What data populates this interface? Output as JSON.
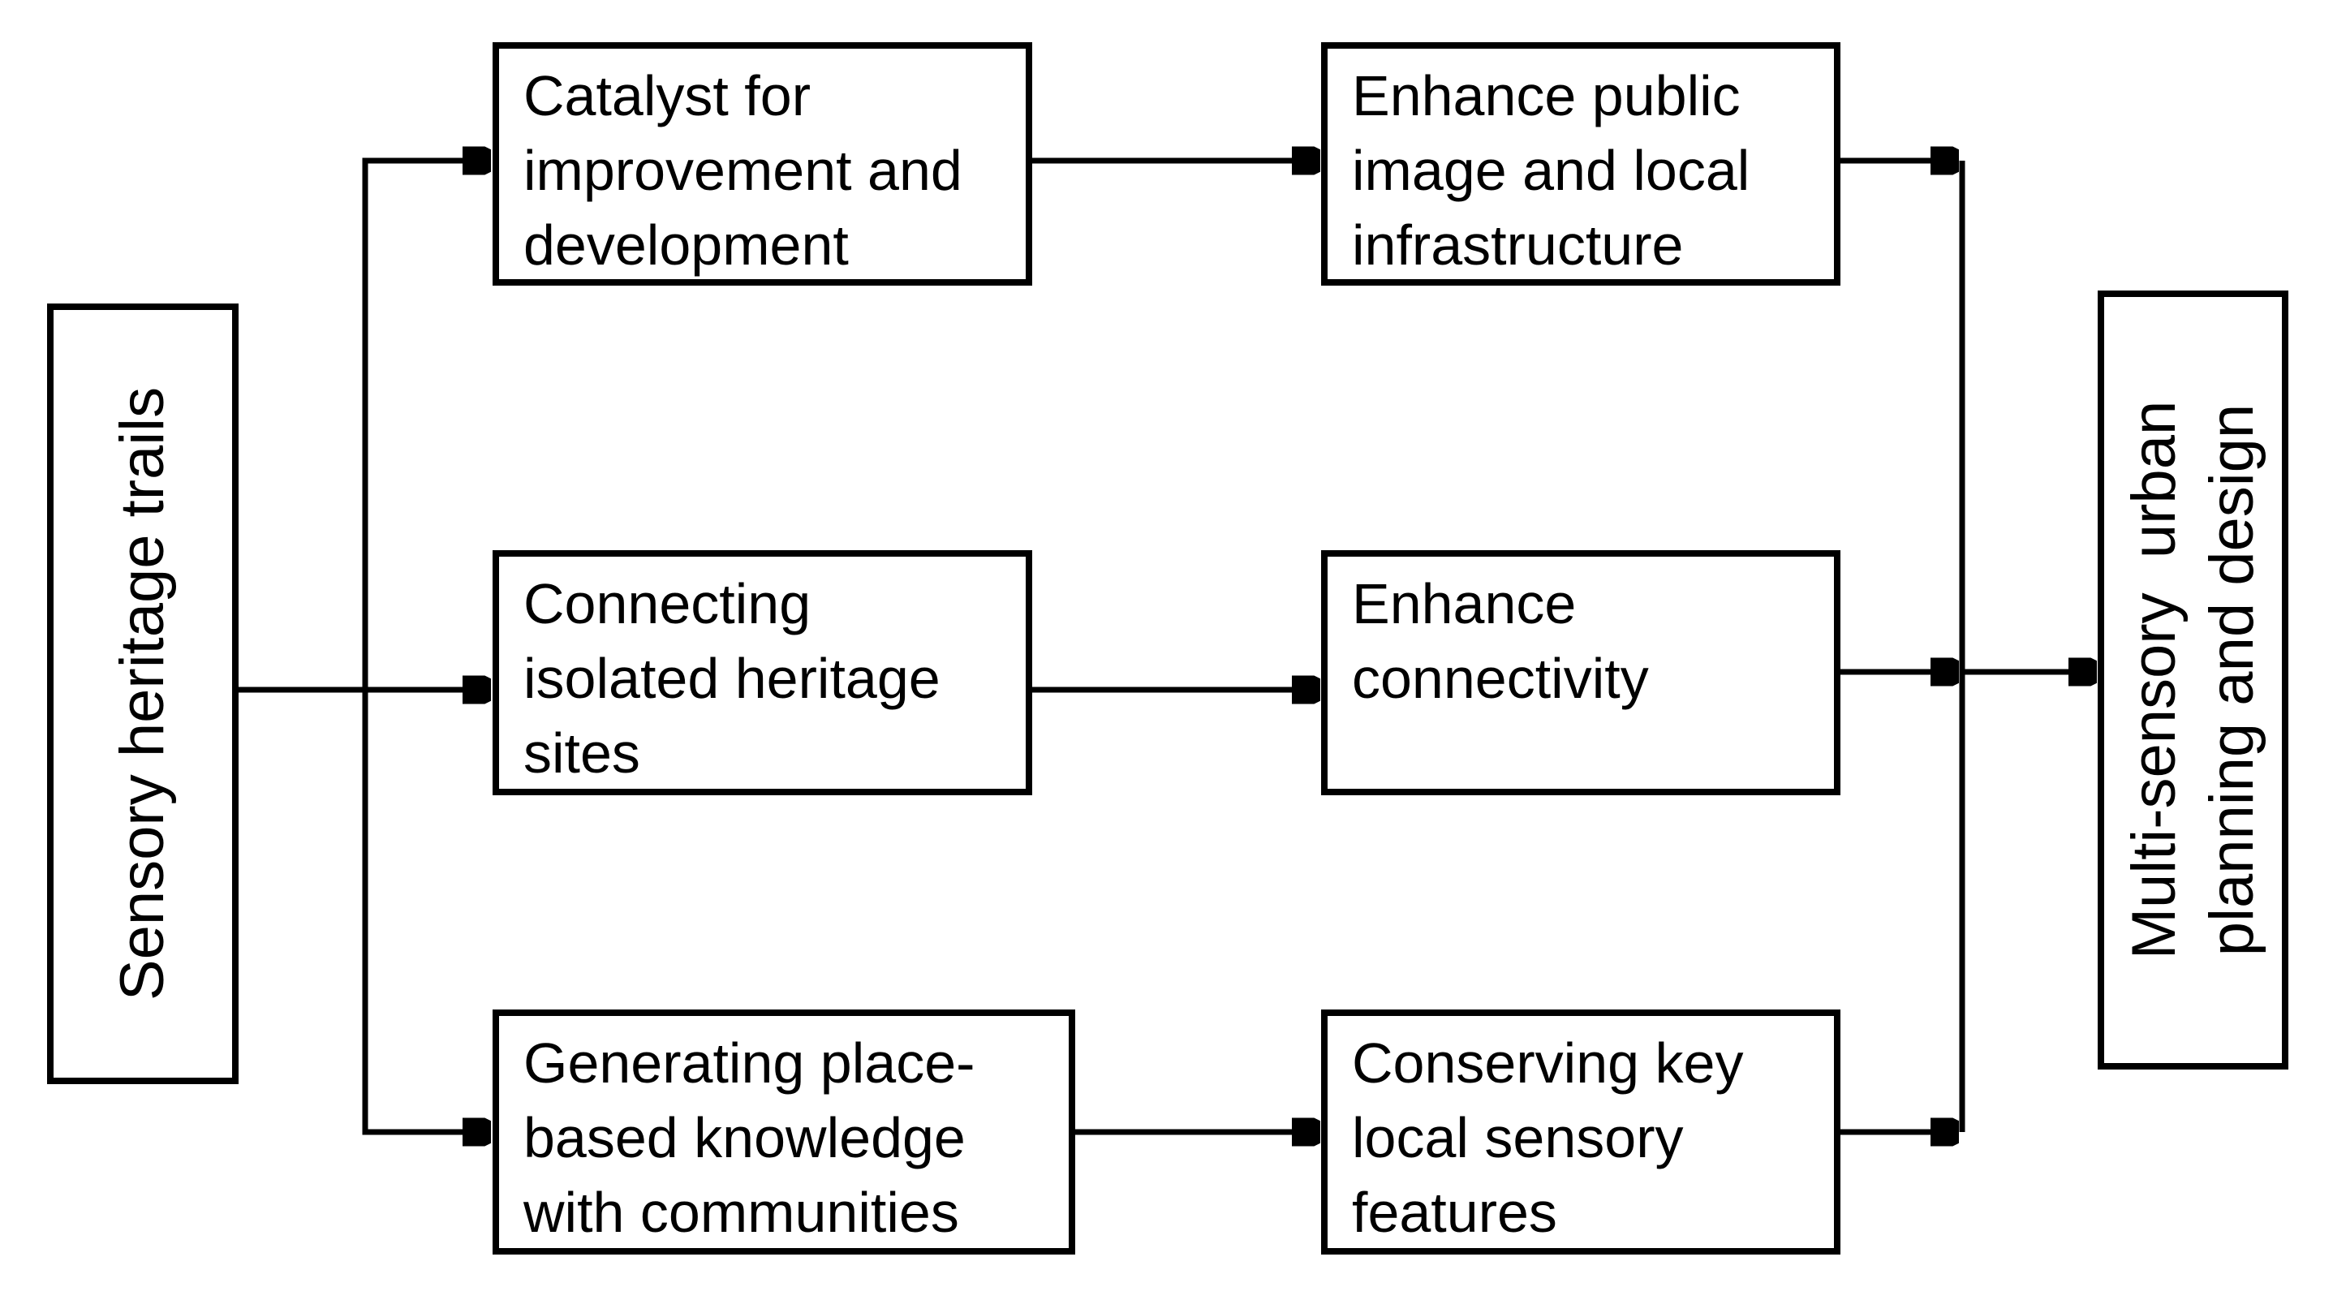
{
  "diagram": {
    "background_color": "#ffffff",
    "line_color": "#000000",
    "box_border_color": "#000000",
    "text_color": "#000000",
    "source": {
      "label": "Sensory heritage trails"
    },
    "mechanisms": [
      {
        "label": "Catalyst for\nimprovement and\ndevelopment"
      },
      {
        "label": "Connecting\nisolated heritage\nsites"
      },
      {
        "label": "Generating place-\nbased knowledge\nwith communities"
      }
    ],
    "outcomes": [
      {
        "label": "Enhance public\nimage and local\ninfrastructure"
      },
      {
        "label": "Enhance\nconnectivity"
      },
      {
        "label": "Conserving key\nlocal sensory\nfeatures"
      }
    ],
    "goal": {
      "label": "Multi-sensory  urban\nplanning and design"
    }
  }
}
